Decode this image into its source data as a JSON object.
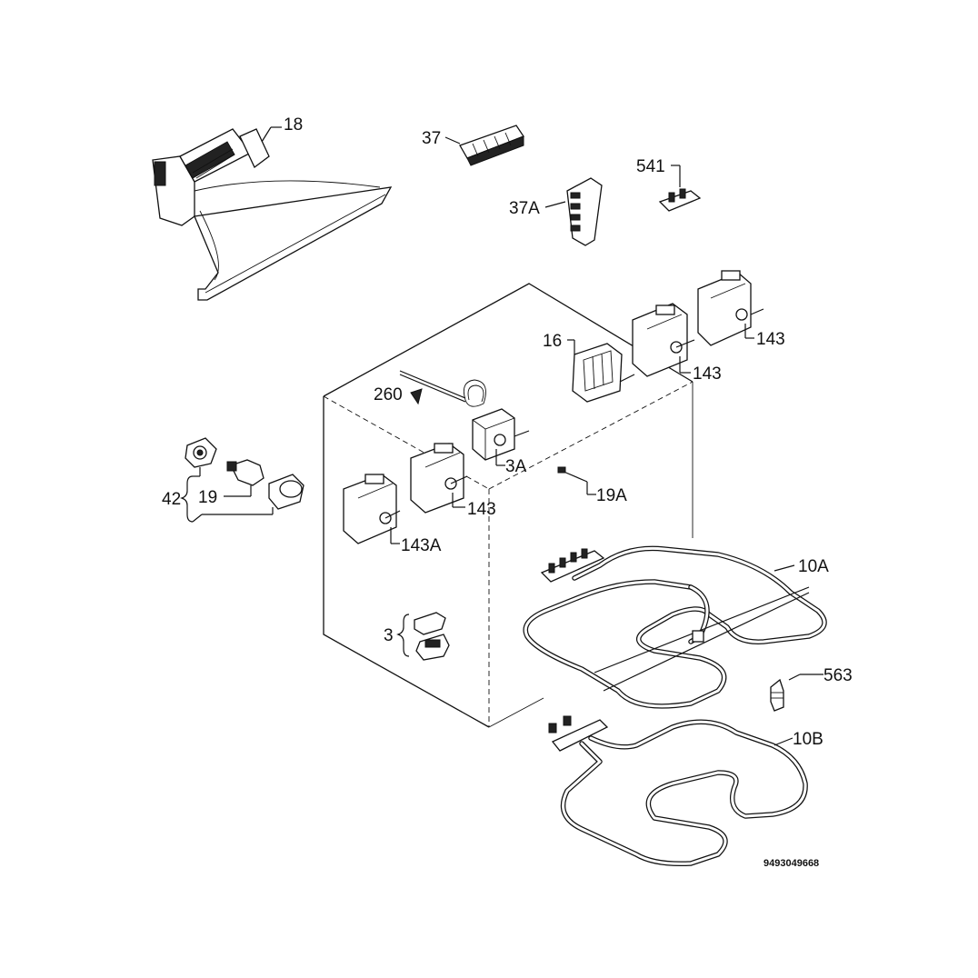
{
  "diagram": {
    "labels": {
      "p18": "18",
      "p37": "37",
      "p37a": "37A",
      "p541": "541",
      "p16": "16",
      "p143_a": "143",
      "p143_b": "143",
      "p143_c": "143",
      "p143a": "143A",
      "p260": "260",
      "p3a": "3A",
      "p19a": "19A",
      "p42": "42",
      "p19": "19",
      "p3": "3",
      "p10a": "10A",
      "p10b": "10B",
      "p563": "563"
    },
    "drawing_code": "9493049668"
  }
}
